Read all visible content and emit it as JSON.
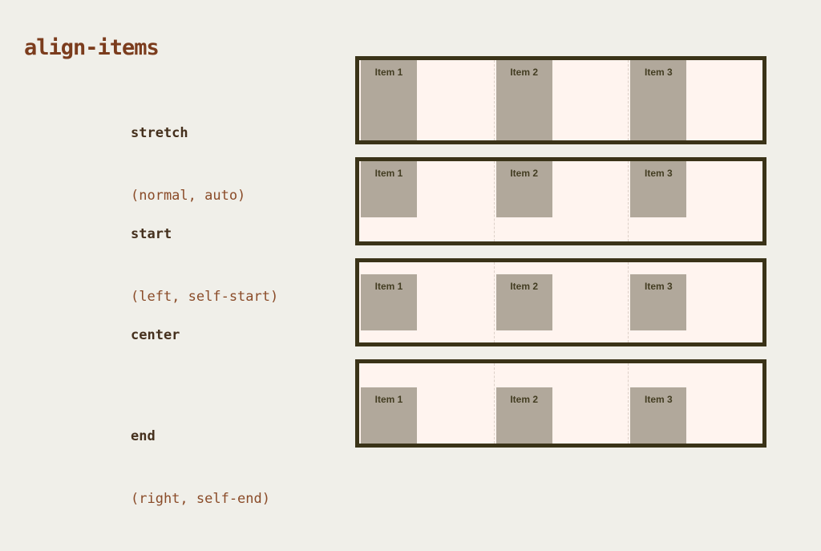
{
  "slide": {
    "title": "align-items"
  },
  "item_labels": [
    "Item 1",
    "Item 2",
    "Item 3"
  ],
  "examples": [
    {
      "name": "stretch",
      "aliases": "(normal, auto)"
    },
    {
      "name": "start",
      "aliases": "(left, self-start)"
    },
    {
      "name": "center",
      "aliases": ""
    },
    {
      "name": "end",
      "aliases": "(right, self-end)"
    }
  ],
  "colors": {
    "background": "#f0efe9",
    "title": "#7b3c1d",
    "label": "#45301d",
    "label_aliases": "#8a4b28",
    "container_border": "#3a3318",
    "container_bg": "#fff4ef",
    "item_bg": "#b1a89b",
    "item_text": "#433d22",
    "divider": "#ddd0c8"
  }
}
